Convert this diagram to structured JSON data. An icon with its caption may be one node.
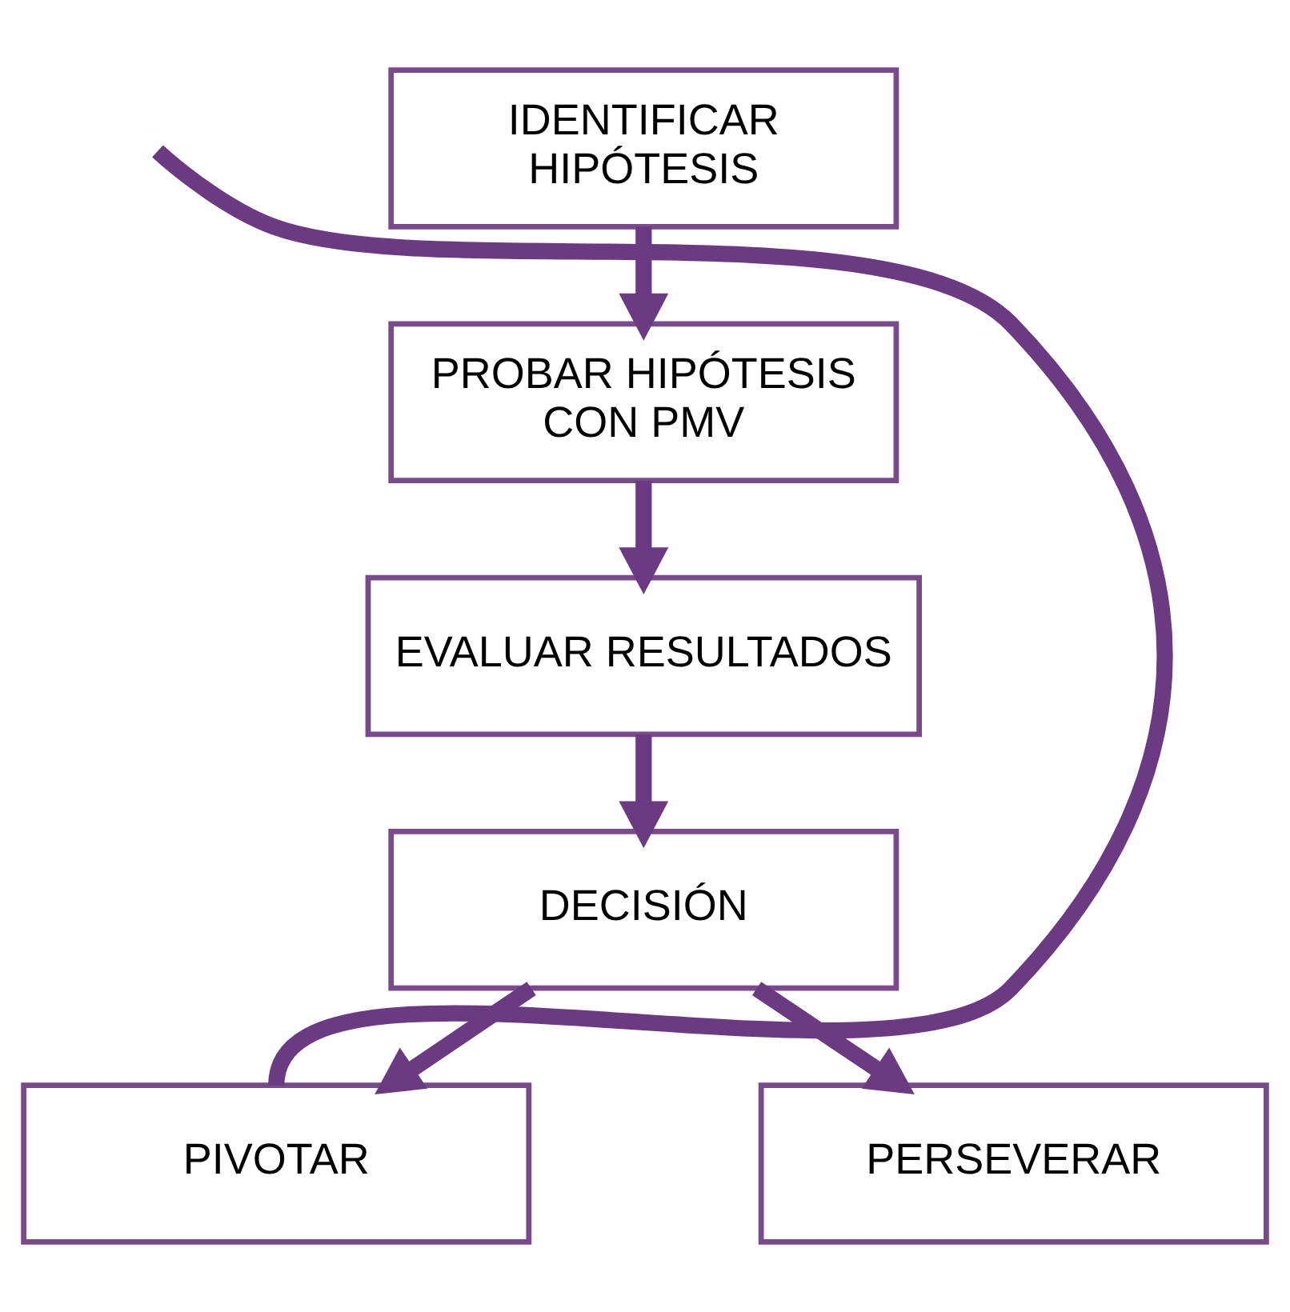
{
  "diagram": {
    "nodes": [
      {
        "text": [
          "IDENTIFICAR HIPÓTESIS"
        ]
      },
      {
        "text": [
          "PROBAR HIPÓTESIS CON PMV"
        ]
      },
      {
        "text": [
          "EVALUAR RESULTADOS"
        ]
      },
      {
        "text": [
          "DECISIÓN"
        ]
      },
      {
        "text": [
          "PIVOTAR"
        ]
      },
      {
        "text": [
          "PERSEVERAR"
        ]
      }
    ],
    "edges": [
      {
        "from": 0,
        "to": 1,
        "arrow": "to"
      },
      {
        "from": 1,
        "to": 2,
        "arrow": "to"
      },
      {
        "from": 2,
        "to": 3,
        "arrow": "to"
      },
      {
        "from": 3,
        "to": 4,
        "arrow": "to"
      },
      {
        "from": 3,
        "to": 5,
        "arrow": "to"
      },
      {
        "from": 4,
        "to": null,
        "arrow": "none"
      }
    ]
  }
}
